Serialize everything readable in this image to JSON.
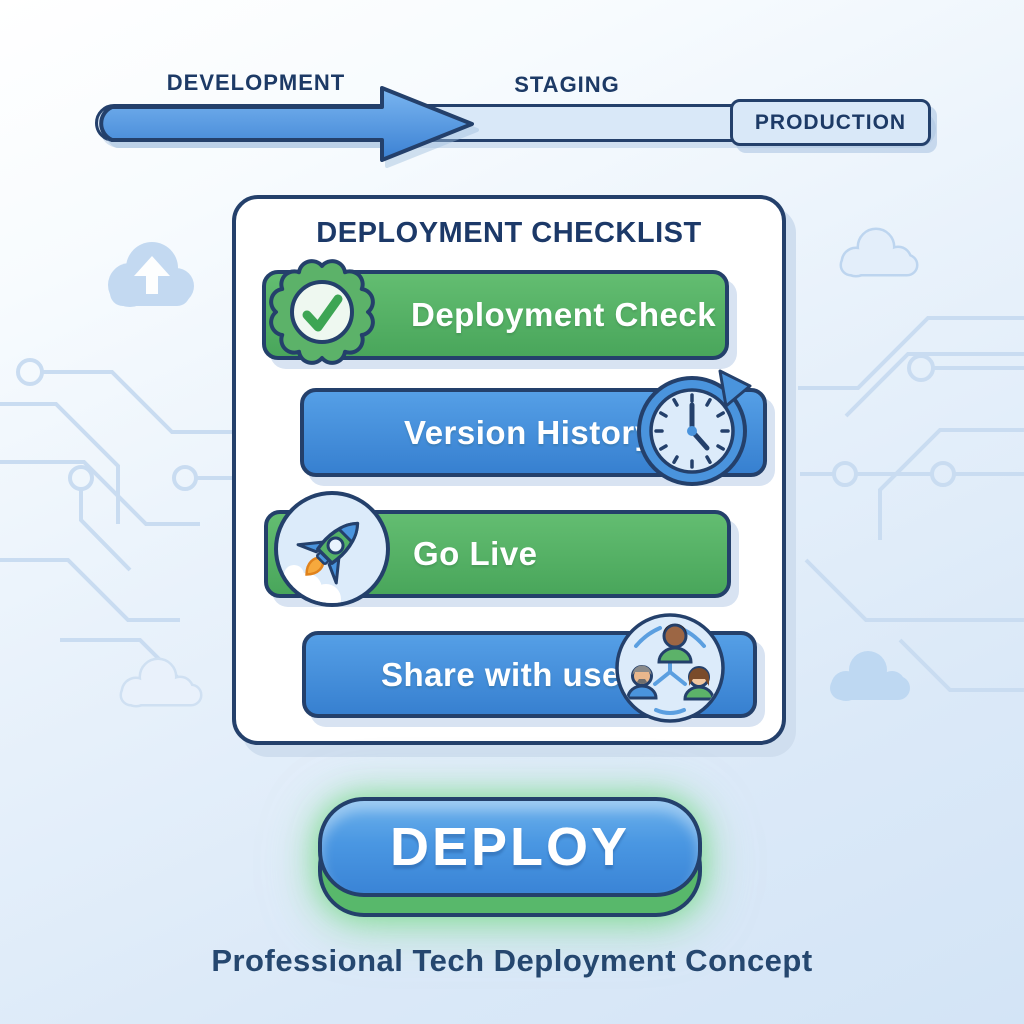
{
  "pipeline": {
    "stages": [
      {
        "label": "DEVELOPMENT",
        "state": "complete"
      },
      {
        "label": "STAGING",
        "state": "current"
      },
      {
        "label": "PRODUCTION",
        "state": "upcoming"
      }
    ]
  },
  "checklist": {
    "title": "DEPLOYMENT CHECKLIST",
    "items": [
      {
        "label": "Deployment Check",
        "color": "green",
        "icon": "check-badge-icon"
      },
      {
        "label": "Version History",
        "color": "blue",
        "icon": "history-clock-icon"
      },
      {
        "label": "Go Live",
        "color": "green",
        "icon": "rocket-icon"
      },
      {
        "label": "Share with users",
        "color": "blue",
        "icon": "users-network-icon"
      }
    ]
  },
  "deploy_button": {
    "label": "DEPLOY"
  },
  "caption": "Professional Tech Deployment Concept",
  "colors": {
    "navy_outline": "#24406b",
    "green_item": "#53b264",
    "blue_item": "#3f8ad8",
    "arrow_blue": "#4a94dd",
    "track_light_blue": "#d9e8f8",
    "deploy_green_base": "#58b86b",
    "background_tint": "#dbe9f8",
    "circuit_line": "#c9dcf1"
  }
}
